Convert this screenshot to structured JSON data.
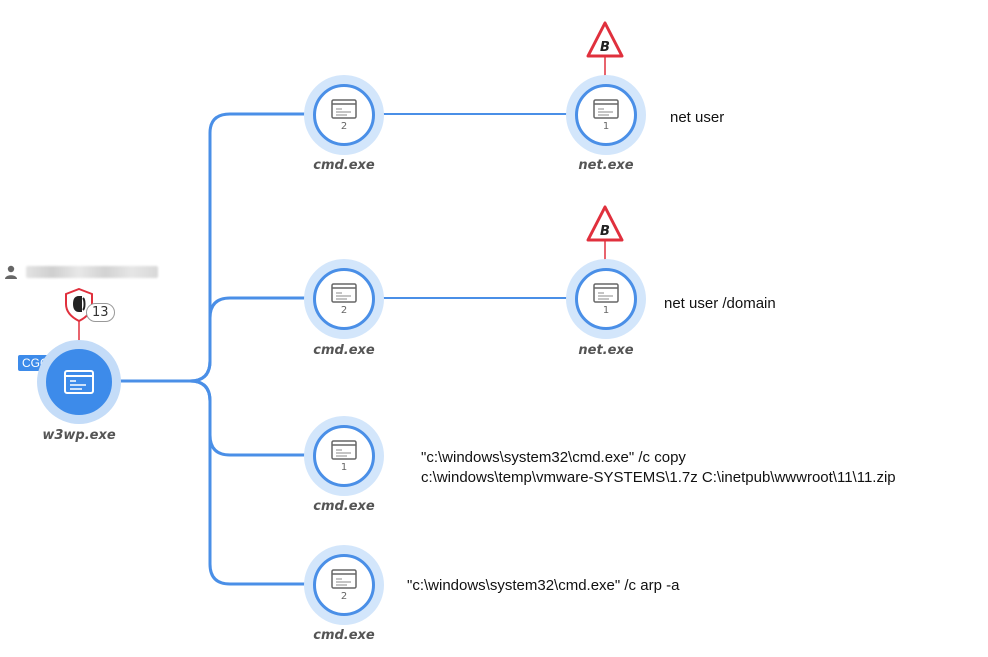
{
  "root": {
    "name": "w3wp.exe",
    "tag": "CGO",
    "detection_count": "13",
    "user_icon": "user-icon",
    "user_name_redacted": true
  },
  "children": [
    {
      "process": "cmd.exe",
      "count": "2",
      "child": {
        "process": "net.exe",
        "count": "1",
        "alert_letter": "B",
        "command_line": "net user"
      }
    },
    {
      "process": "cmd.exe",
      "count": "2",
      "child": {
        "process": "net.exe",
        "count": "1",
        "alert_letter": "B",
        "command_line": "net user /domain"
      }
    },
    {
      "process": "cmd.exe",
      "count": "1",
      "command_line": "\"c:\\windows\\system32\\cmd.exe\" /c copy\nc:\\windows\\temp\\vmware-SYSTEMS\\1.7z C:\\inetpub\\wwwroot\\11\\11.zip"
    },
    {
      "process": "cmd.exe",
      "count": "2",
      "command_line": "\"c:\\windows\\system32\\cmd.exe\" /c arp -a"
    }
  ],
  "colors": {
    "edge": "#4a8fe7",
    "node_border": "#4a8fe7",
    "node_halo": "#d3e6fb",
    "root_fill": "#3d8bea",
    "alert": "#e0303d"
  }
}
